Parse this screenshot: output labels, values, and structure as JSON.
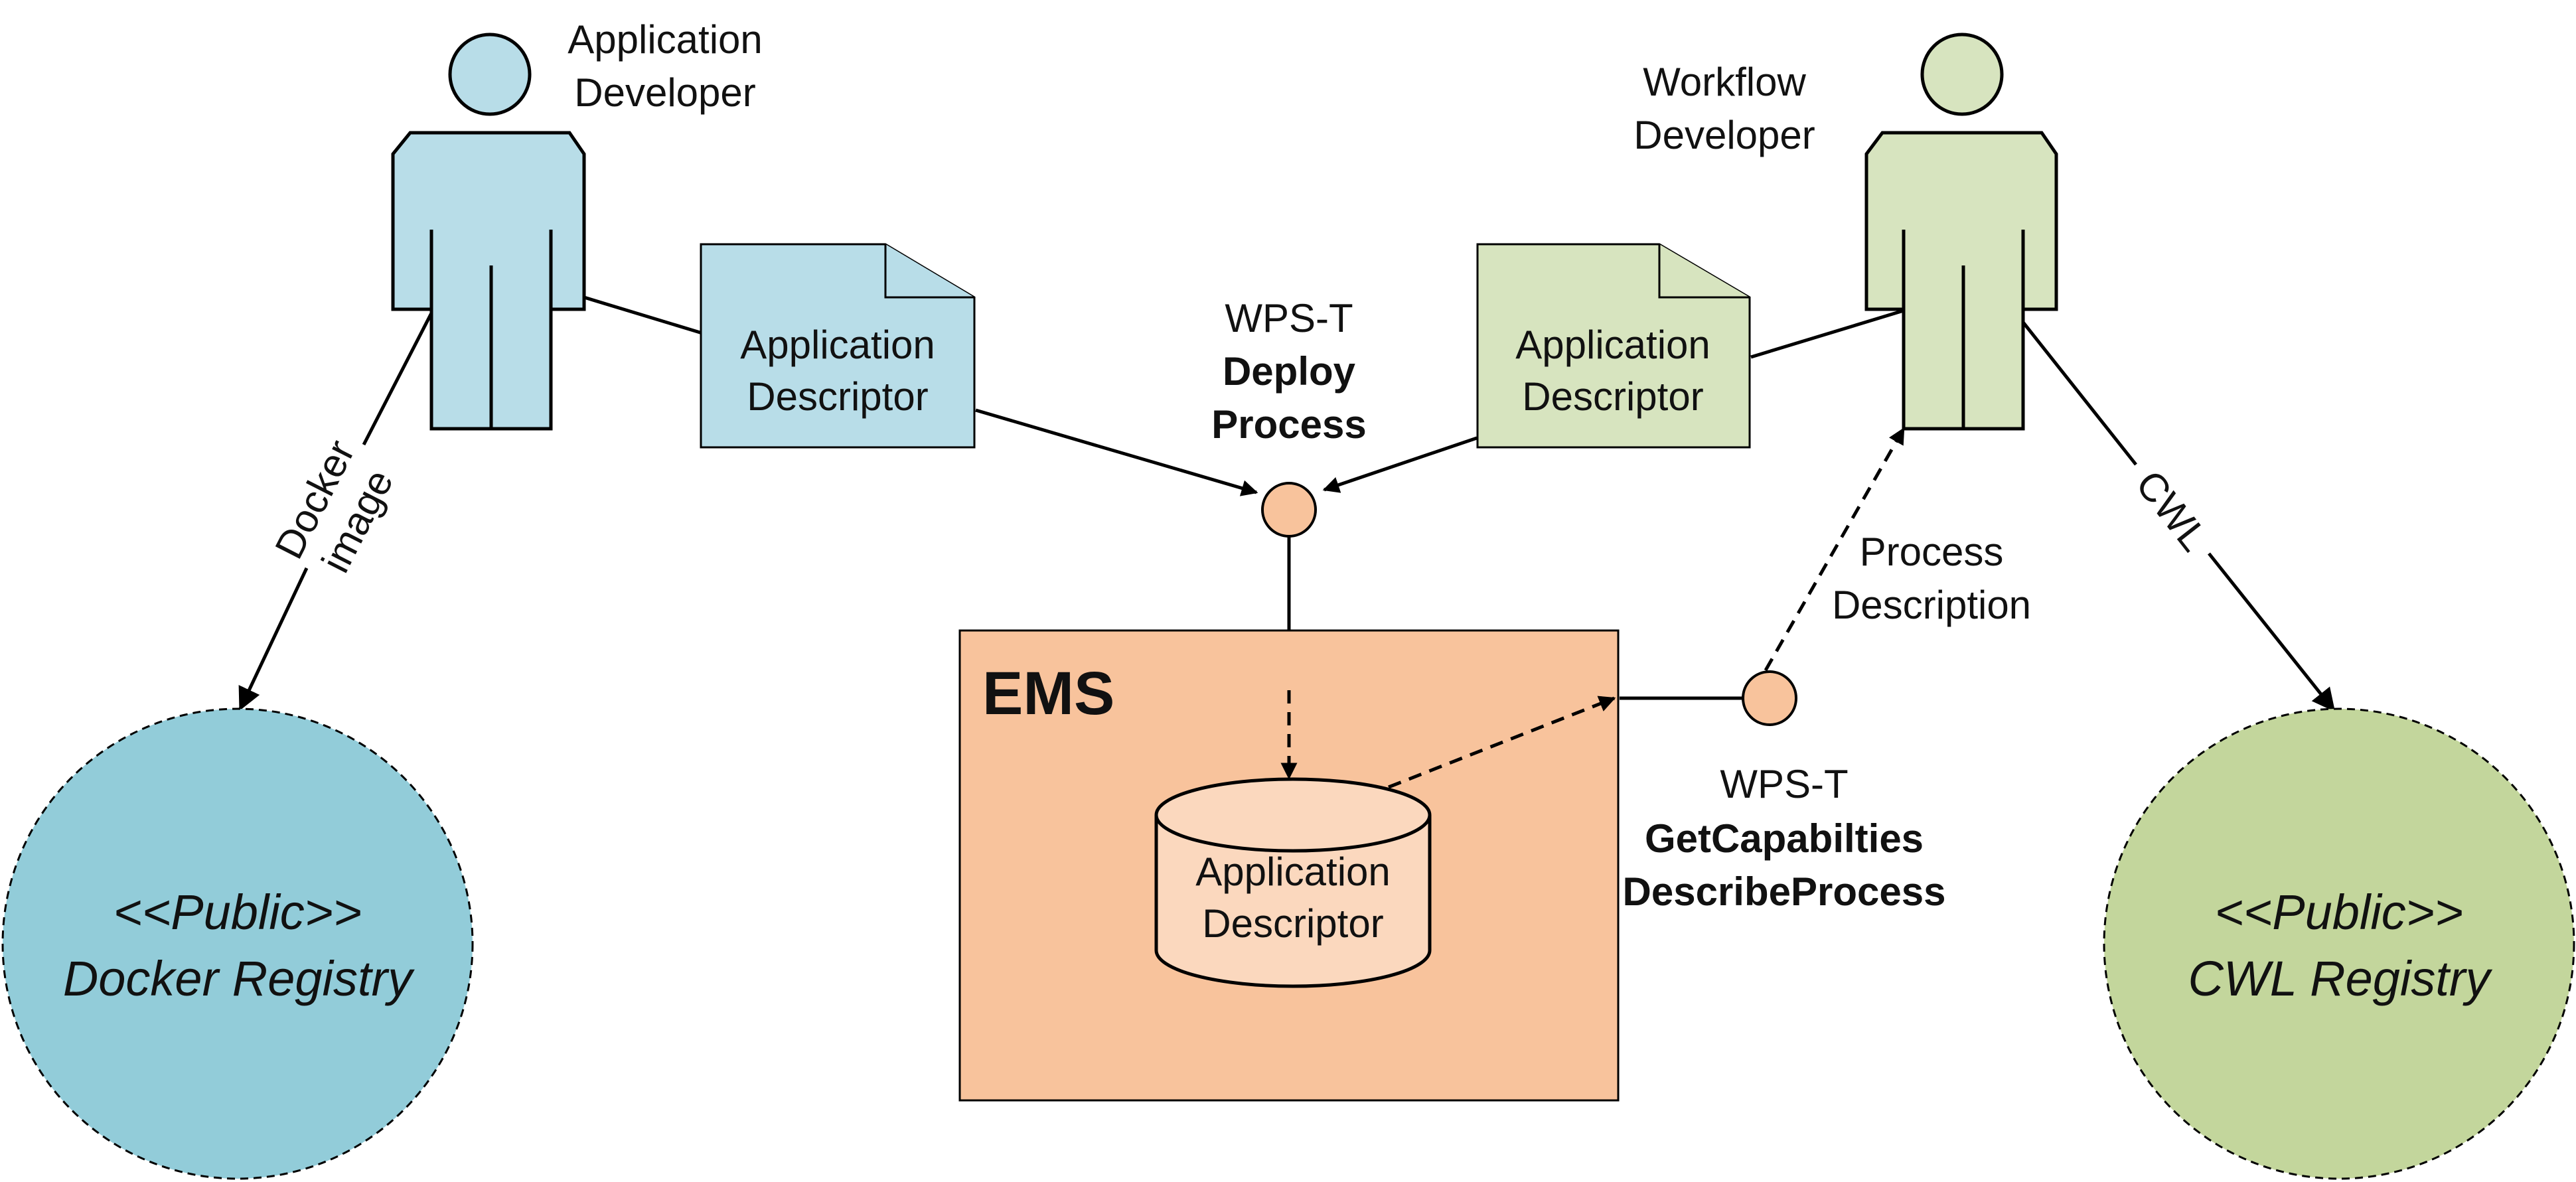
{
  "actors": {
    "app_dev": {
      "label_lines": [
        "Application",
        "Developer"
      ]
    },
    "wf_dev": {
      "label_lines": [
        "Workflow",
        "Developer"
      ]
    }
  },
  "documents": {
    "app_descriptor_left": {
      "label_lines": [
        "Application",
        "Descriptor"
      ]
    },
    "app_descriptor_right": {
      "label_lines": [
        "Application",
        "Descriptor"
      ]
    }
  },
  "interfaces": {
    "deploy": {
      "prefix": "WPS-T",
      "ops": [
        "Deploy",
        "Process"
      ]
    },
    "getcap": {
      "prefix": "WPS-T",
      "ops": [
        "GetCapabilties",
        "DescribeProcess"
      ]
    }
  },
  "ems": {
    "title": "EMS",
    "store_label_lines": [
      "Application",
      "Descriptor"
    ]
  },
  "edges": {
    "docker_image_lines": [
      "Docker",
      "image"
    ],
    "cwl": "CWL",
    "process_description_lines": [
      "Process",
      "Description"
    ]
  },
  "registries": {
    "docker": {
      "stereotype": "<<Public>>",
      "name": "Docker Registry"
    },
    "cwl": {
      "stereotype": "<<Public>>",
      "name": "CWL Registry"
    }
  },
  "colors": {
    "app_blue": "#b8dde8",
    "docker_blue": "#92ccd9",
    "wf_green": "#d7e4bf",
    "cwl_green": "#c3d69c",
    "ems_orange": "#f8c39c",
    "store_orange": "#fbd8be",
    "port_orange": "#f8c39c"
  }
}
